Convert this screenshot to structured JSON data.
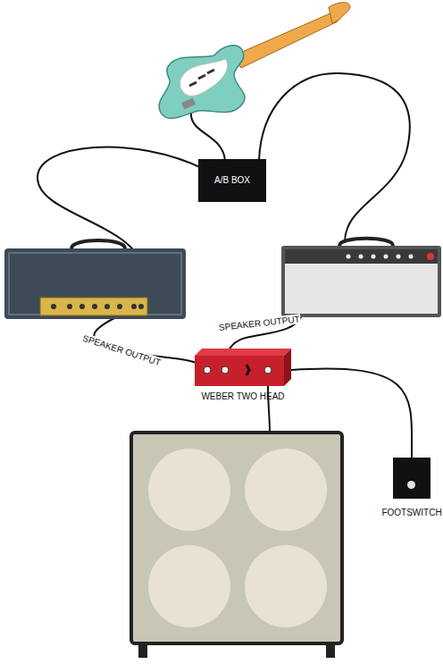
{
  "diagram": {
    "nodes": [
      {
        "text": [
          "A/B BOX"
        ]
      },
      {
        "text": [
          "WEBER TWO HEAD"
        ]
      },
      {
        "text": [
          "FOOTSWITCH"
        ]
      }
    ],
    "edges": [
      {
        "from": 1,
        "to": 2,
        "arrow": "none"
      }
    ],
    "labels": [
      "SPEAKER OUTPUT",
      "SPEAKER OUTPUT"
    ]
  }
}
